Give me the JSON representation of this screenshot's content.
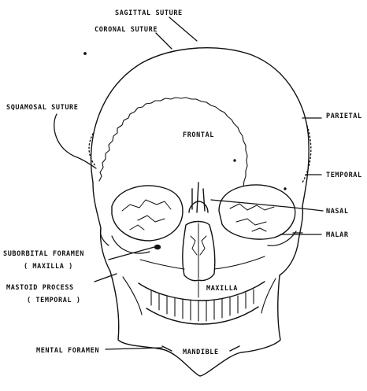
{
  "labels": {
    "sagittal_suture": "SAGITTAL  SUTURE",
    "coronal_suture": "CORONAL  SUTURE",
    "squamosal_suture": "SQUAMOSAL  SUTURE",
    "frontal": "FRONTAL",
    "parietal": "PARIETAL",
    "temporal": "TEMPORAL",
    "nasal": "NASAL",
    "malar": "MALAR",
    "suborbital_foramen": "SUBORBITAL  FORAMEN",
    "suborbital_foramen_sub": "( MAXILLA )",
    "mastoid_process": "MASTOID  PROCESS",
    "mastoid_process_sub": "( TEMPORAL )",
    "maxilla": "MAXILLA",
    "mental_foramen": "MENTAL  FORAMEN",
    "mandible": "MANDIBLE"
  },
  "colors": {
    "ink": "#111111",
    "background": "#ffffff"
  }
}
